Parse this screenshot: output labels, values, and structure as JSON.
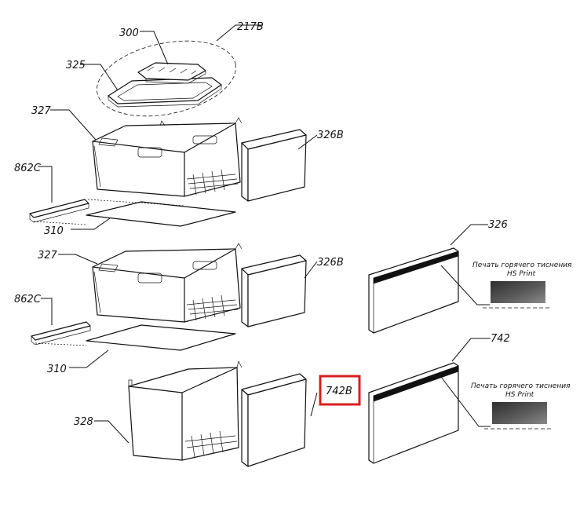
{
  "labels": {
    "l300": "300",
    "l217b": "217B",
    "l325": "325",
    "l327a": "327",
    "l326b_a": "326B",
    "l862c_a": "862C",
    "l310a": "310",
    "l327b": "327",
    "l326b_b": "326B",
    "l326": "326",
    "l862c_b": "862C",
    "l310b": "310",
    "l742": "742",
    "l742b": "742B",
    "l328": "328"
  },
  "notes": {
    "hot_stamp_a": "Печать горячего тиснения",
    "hs_print_a": "HS Print",
    "hot_stamp_b": "Печать горячего тиснения",
    "hs_print_b": "HS Print"
  },
  "highlight": {
    "target": "742B",
    "color": "#d91e1e"
  },
  "colors": {
    "swatch_dark": "#2e2e2e",
    "swatch_light": "#8a8a8a",
    "highlight": "#d91e1e"
  }
}
